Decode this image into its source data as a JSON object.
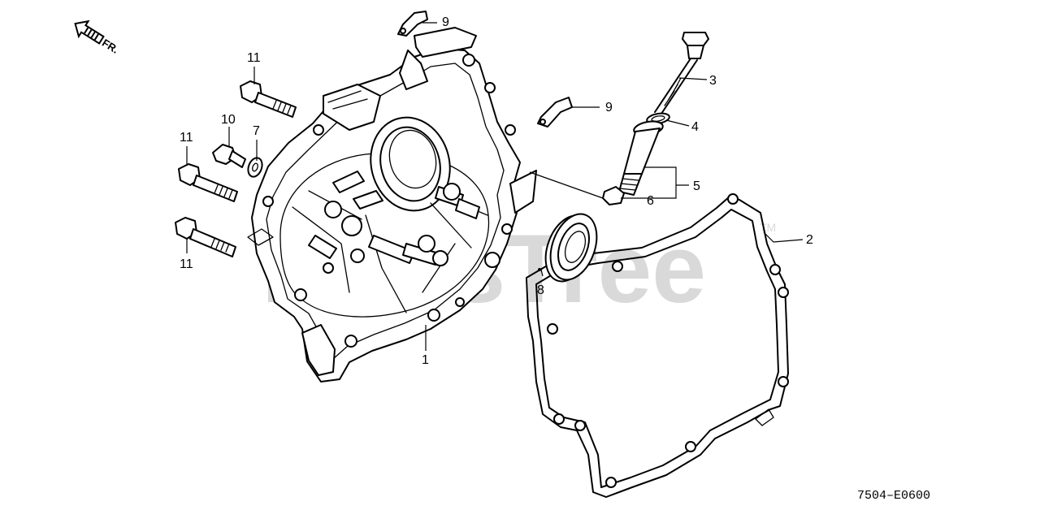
{
  "diagram": {
    "drawing_code": "7504–E0600",
    "direction_label": "FR.",
    "watermark": {
      "text": "PartsTree",
      "tm": "TM"
    },
    "callouts": {
      "c1": "1",
      "c2": "2",
      "c3": "3",
      "c4": "4",
      "c5": "5",
      "c6": "6",
      "c7": "7",
      "c8": "8",
      "c9a": "9",
      "c9b": "9",
      "c10": "10",
      "c11a": "11",
      "c11b": "11",
      "c11c": "11"
    },
    "parts": [
      {
        "ref": "1",
        "part": "crankcase-cover"
      },
      {
        "ref": "2",
        "part": "cover-gasket"
      },
      {
        "ref": "3",
        "part": "dipstick"
      },
      {
        "ref": "4",
        "part": "o-ring"
      },
      {
        "ref": "5",
        "part": "oil-filler-pipe-assembly"
      },
      {
        "ref": "6",
        "part": "pipe-nut"
      },
      {
        "ref": "7",
        "part": "washer"
      },
      {
        "ref": "8",
        "part": "oil-seal"
      },
      {
        "ref": "9",
        "part": "clip"
      },
      {
        "ref": "10",
        "part": "drain-bolt"
      },
      {
        "ref": "11",
        "part": "flange-bolt"
      }
    ]
  }
}
